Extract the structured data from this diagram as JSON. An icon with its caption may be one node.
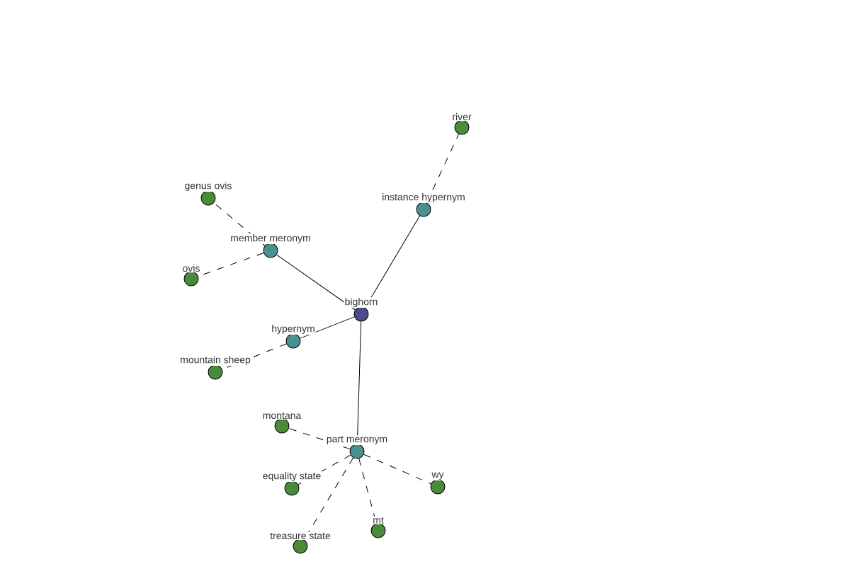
{
  "diagram": {
    "nodes": [
      {
        "text": [
          "bighorn"
        ]
      },
      {
        "text": [
          "instance hypernym"
        ]
      },
      {
        "text": [
          "river"
        ]
      },
      {
        "text": [
          "member meronym"
        ]
      },
      {
        "text": [
          "genus ovis"
        ]
      },
      {
        "text": [
          "ovis"
        ]
      },
      {
        "text": [
          "hypernym"
        ]
      },
      {
        "text": [
          "mountain sheep"
        ]
      },
      {
        "text": [
          "part meronym"
        ]
      },
      {
        "text": [
          "montana"
        ]
      },
      {
        "text": [
          "equality state"
        ]
      },
      {
        "text": [
          "treasure state"
        ]
      },
      {
        "text": [
          "mt"
        ]
      },
      {
        "text": [
          "wy"
        ]
      }
    ],
    "edges": [
      {
        "from": 0,
        "to": 1,
        "arrow": "none"
      },
      {
        "from": 1,
        "to": 2,
        "arrow": "none",
        "style": "dashed"
      },
      {
        "from": 0,
        "to": 3,
        "arrow": "none"
      },
      {
        "from": 3,
        "to": 4,
        "arrow": "none",
        "style": "dashed"
      },
      {
        "from": 3,
        "to": 5,
        "arrow": "none",
        "style": "dashed"
      },
      {
        "from": 0,
        "to": 6,
        "arrow": "none"
      },
      {
        "from": 6,
        "to": 7,
        "arrow": "none",
        "style": "dashed"
      },
      {
        "from": 0,
        "to": 8,
        "arrow": "none"
      },
      {
        "from": 8,
        "to": 9,
        "arrow": "none",
        "style": "dashed"
      },
      {
        "from": 8,
        "to": 10,
        "arrow": "none",
        "style": "dashed"
      },
      {
        "from": 8,
        "to": 11,
        "arrow": "none",
        "style": "dashed"
      },
      {
        "from": 8,
        "to": 12,
        "arrow": "none",
        "style": "dashed"
      },
      {
        "from": 8,
        "to": 13,
        "arrow": "none",
        "style": "dashed"
      }
    ]
  }
}
